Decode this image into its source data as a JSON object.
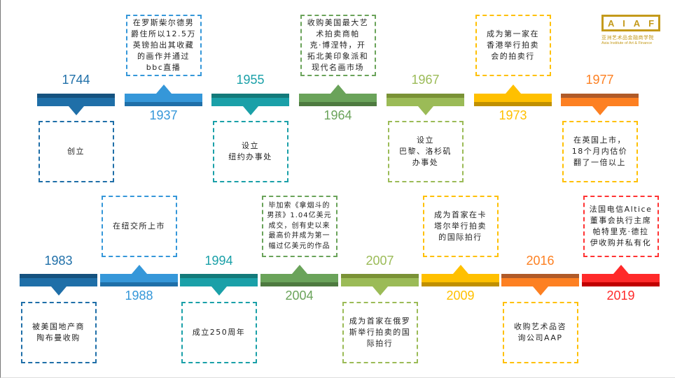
{
  "logo": {
    "mark": [
      "A",
      "I",
      "A",
      "F"
    ],
    "cn": "亚洲艺术品金融商学院",
    "en": "Asia Institute of Art & Finance"
  },
  "palette": [
    {
      "main": "#1f6fa8",
      "dark": "#15527f"
    },
    {
      "main": "#3597d9",
      "dark": "#1f6fa8"
    },
    {
      "main": "#1aa0a8",
      "dark": "#137a7a"
    },
    {
      "main": "#6aa35a",
      "dark": "#4e7a40"
    },
    {
      "main": "#9bbb57",
      "dark": "#7a9236"
    },
    {
      "main": "#ffc000",
      "dark": "#c09000"
    },
    {
      "main": "#fd8022",
      "dark": "#b05a28"
    },
    {
      "main": "#ff2a2a",
      "dark": "#c00000"
    }
  ],
  "rows": [
    {
      "events": [
        {
          "year": "1744",
          "text": "创立",
          "color": 0,
          "box_color": "#1f6fa8"
        },
        {
          "year": "1937",
          "text": "在罗斯柴尔德男\n爵住所以12.5万\n英镑拍出其收藏\n的画作并通过\nbbc直播",
          "color": 1,
          "box_color": "#3597d9"
        },
        {
          "year": "1955",
          "text": "设立\n纽约办事处",
          "color": 2,
          "box_color": "#1aa0a8"
        },
        {
          "year": "1964",
          "text": "收购美国最大艺\n术拍卖商帕\n克·博涅特，开\n拓北美印象派和\n现代名画市场",
          "color": 3,
          "box_color": "#6aa35a"
        },
        {
          "year": "1967",
          "text": "设立\n巴黎、洛杉矶\n办事处",
          "color": 4,
          "box_color": "#9bbb57"
        },
        {
          "year": "1973",
          "text": "成为第一家在\n香港举行拍卖\n会的拍卖行",
          "color": 5,
          "box_color": "#ffc000"
        },
        {
          "year": "1977",
          "text": "在英国上市，\n18个月内估价\n翻了一倍以上",
          "color": 6,
          "box_color": "#ffc000"
        }
      ]
    },
    {
      "events": [
        {
          "year": "1983",
          "text": "被美国地产商\n陶布曼收购",
          "color": 0,
          "box_color": "#1f6fa8"
        },
        {
          "year": "1988",
          "text": "在纽交所上市",
          "color": 1,
          "box_color": "#3597d9"
        },
        {
          "year": "1994",
          "text": "成立250周年",
          "color": 2,
          "box_color": "#1aa0a8"
        },
        {
          "year": "2004",
          "text": "毕加索《拿烟斗的\n男孩》1.04亿美元\n成交，创有史以来\n最高价并成为第一\n幅过亿美元的作品",
          "color": 3,
          "box_color": "#6aa35a",
          "small": true
        },
        {
          "year": "2007",
          "text": "成为首家在俄罗\n斯举行拍卖的国\n际拍行",
          "color": 4,
          "box_color": "#9bbb57"
        },
        {
          "year": "2009",
          "text": "成为首家在卡\n塔尔举行拍卖\n的国际拍行",
          "color": 5,
          "box_color": "#ffc000"
        },
        {
          "year": "2016",
          "text": "收购艺术品咨\n询公司AAP",
          "color": 6,
          "box_color": "#ffc000"
        },
        {
          "year": "2019",
          "text": "法国电信Altice\n董事会执行主席\n帕特里克·德拉\n伊收购并私有化",
          "color": 7,
          "box_color": "#ff3333"
        }
      ]
    }
  ]
}
